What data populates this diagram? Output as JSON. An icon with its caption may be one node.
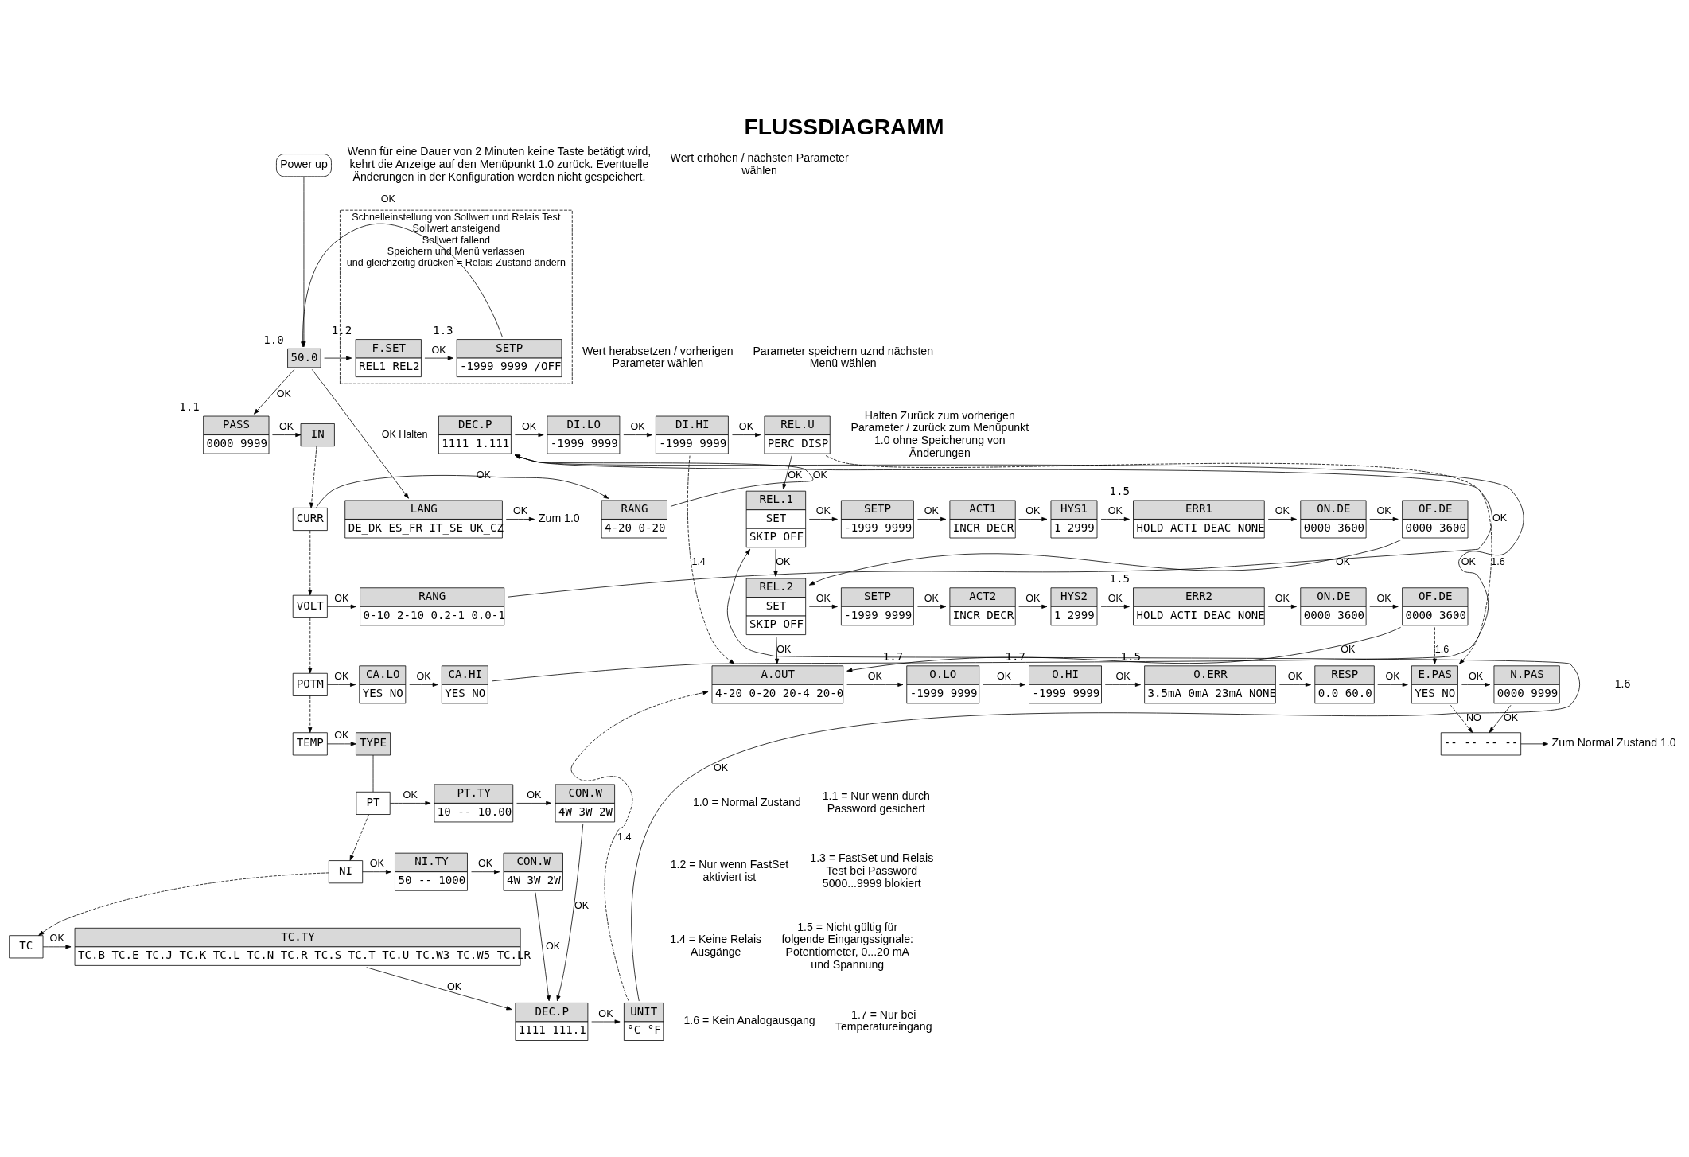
{
  "diagram": {
    "title": "FLUSSDIAGRAMM",
    "nodes": [
      {
        "text": [
          "Power up"
        ]
      },
      {
        "text": [
          "50.0"
        ],
        "beside": [
          "1.0"
        ]
      },
      {
        "text": [
          "Schnelleinstellung von Sollwert und Relais Test",
          "Sollwert ansteigend",
          "Sollwert fallend",
          "Speichern und Menü verlassen",
          "und gleichzeitig drücken = Relais Zustand ändern"
        ]
      },
      {
        "text": [
          "F.SET",
          "REL1 REL2"
        ],
        "in": 2,
        "beside": [
          "1.2"
        ]
      },
      {
        "text": [
          "SETP",
          "-1999 9999 /OFF"
        ],
        "in": 2,
        "beside": [
          "1.3"
        ]
      },
      {
        "text": [
          "PASS",
          "0000 9999"
        ],
        "beside": [
          "1.1"
        ]
      },
      {
        "text": [
          "IN"
        ]
      },
      {
        "text": [
          "DEC.P",
          "1111 1.111"
        ]
      },
      {
        "text": [
          "DI.LO",
          "-1999 9999"
        ]
      },
      {
        "text": [
          "DI.HI",
          "-1999 9999"
        ]
      },
      {
        "text": [
          "REL.U",
          "PERC DISP"
        ]
      },
      {
        "text": [
          "CURR"
        ]
      },
      {
        "text": [
          "RANG",
          "4-20 0-20"
        ]
      },
      {
        "text": [
          "VOLT"
        ]
      },
      {
        "text": [
          "RANG",
          "0-10 2-10 0.2-1 0.0-1"
        ]
      },
      {
        "text": [
          "POTM"
        ]
      },
      {
        "text": [
          "CA.LO",
          "YES NO"
        ]
      },
      {
        "text": [
          "CA.HI",
          "YES NO"
        ]
      },
      {
        "text": [
          "TEMP"
        ]
      },
      {
        "text": [
          "TYPE"
        ]
      },
      {
        "text": [
          "PT"
        ]
      },
      {
        "text": [
          "PT.TY",
          "10 -- 10.00"
        ]
      },
      {
        "text": [
          "CON.W",
          "4W 3W 2W"
        ]
      },
      {
        "text": [
          "NI"
        ]
      },
      {
        "text": [
          "NI.TY",
          "50 -- 1000"
        ]
      },
      {
        "text": [
          "CON.W",
          "4W 3W 2W"
        ]
      },
      {
        "text": [
          "TC"
        ]
      },
      {
        "text": [
          "TC.TY",
          "TC.B TC.E TC.J TC.K TC.L TC.N TC.R TC.S TC.T TC.U TC.W3 TC.W5 TC.LR"
        ]
      },
      {
        "text": [
          "DEC.P",
          "1111 111.1"
        ]
      },
      {
        "text": [
          "UNIT",
          "°C °F"
        ]
      },
      {
        "text": [
          "LANG",
          "DE_DK ES_FR IT_SE UK_CZ"
        ]
      },
      {
        "text": [
          "Zum 1.0"
        ]
      },
      {
        "text": [
          "REL.1",
          "SET",
          "SKIP OFF"
        ]
      },
      {
        "text": [
          "SETP",
          "-1999 9999"
        ]
      },
      {
        "text": [
          "ACT1",
          "INCR DECR"
        ]
      },
      {
        "text": [
          "HYS1",
          "1 2999"
        ]
      },
      {
        "text": [
          "ERR1",
          "HOLD ACTI DEAC NONE"
        ],
        "beside": [
          "1.5"
        ]
      },
      {
        "text": [
          "ON.DE",
          "0000 3600"
        ]
      },
      {
        "text": [
          "OF.DE",
          "0000 3600"
        ]
      },
      {
        "text": [
          "REL.2",
          "SET",
          "SKIP OFF"
        ]
      },
      {
        "text": [
          "SETP",
          "-1999 9999"
        ]
      },
      {
        "text": [
          "ACT2",
          "INCR DECR"
        ]
      },
      {
        "text": [
          "HYS2",
          "1 2999"
        ]
      },
      {
        "text": [
          "ERR2",
          "HOLD ACTI DEAC NONE"
        ],
        "beside": [
          "1.5"
        ]
      },
      {
        "text": [
          "ON.DE",
          "0000 3600"
        ]
      },
      {
        "text": [
          "OF.DE",
          "0000 3600"
        ]
      },
      {
        "text": [
          "A.OUT",
          "4-20 0-20 20-4 20-0"
        ]
      },
      {
        "text": [
          "O.LO",
          "-1999 9999"
        ],
        "beside": [
          "1.7"
        ]
      },
      {
        "text": [
          "O.HI",
          "-1999 9999"
        ],
        "beside": [
          "1.7"
        ]
      },
      {
        "text": [
          "O.ERR",
          "3.5mA 0mA 23mA NONE"
        ],
        "beside": [
          "1.5"
        ]
      },
      {
        "text": [
          "RESP",
          "0.0 60.0"
        ]
      },
      {
        "text": [
          "E.PAS",
          "YES NO"
        ]
      },
      {
        "text": [
          "N.PAS",
          "0000 9999"
        ]
      },
      {
        "text": [
          "-- -- -- --"
        ]
      },
      {
        "text": [
          "Zum Normal Zustand 1.0"
        ]
      }
    ],
    "edges": [
      {
        "from": 0,
        "to": 1,
        "arrow": "to"
      },
      {
        "from": 1,
        "to": 3,
        "arrow": "to"
      },
      {
        "from": 3,
        "to": 4,
        "arrow": "to",
        "label": "OK"
      },
      {
        "from": 4,
        "to": 1,
        "arrow": "to",
        "label": "OK"
      },
      {
        "from": 1,
        "to": 5,
        "arrow": "to",
        "label": "OK"
      },
      {
        "from": 1,
        "to": 30,
        "arrow": "to",
        "label": "OK Halten"
      },
      {
        "from": 30,
        "to": 31,
        "arrow": "to",
        "label": "OK"
      },
      {
        "from": 5,
        "to": 6,
        "arrow": "to",
        "label": "OK"
      },
      {
        "from": 6,
        "to": 11,
        "arrow": "to",
        "style": "dashed"
      },
      {
        "from": 11,
        "to": 13,
        "arrow": "to",
        "style": "dashed"
      },
      {
        "from": 13,
        "to": 15,
        "arrow": "to",
        "style": "dashed"
      },
      {
        "from": 15,
        "to": 18,
        "arrow": "to",
        "style": "dashed"
      },
      {
        "from": 11,
        "to": 12,
        "arrow": "to",
        "label": "OK"
      },
      {
        "from": 13,
        "to": 14,
        "arrow": "to",
        "label": "OK"
      },
      {
        "from": 15,
        "to": 16,
        "arrow": "to",
        "label": "OK"
      },
      {
        "from": 16,
        "to": 17,
        "arrow": "to",
        "label": "OK"
      },
      {
        "from": 18,
        "to": 19,
        "arrow": "to",
        "label": "OK"
      },
      {
        "from": 12,
        "to": 7,
        "arrow": "to",
        "label": "OK"
      },
      {
        "from": 14,
        "to": 7,
        "arrow": "to",
        "label": "OK"
      },
      {
        "from": 17,
        "to": 7,
        "arrow": "to",
        "label": "OK"
      },
      {
        "from": 19,
        "to": 20,
        "arrow": "none"
      },
      {
        "from": 20,
        "to": 23,
        "arrow": "to",
        "style": "dashed"
      },
      {
        "from": 23,
        "to": 26,
        "arrow": "to",
        "style": "dashed"
      },
      {
        "from": 20,
        "to": 21,
        "arrow": "to",
        "label": "OK"
      },
      {
        "from": 21,
        "to": 22,
        "arrow": "to",
        "label": "OK"
      },
      {
        "from": 22,
        "to": 28,
        "arrow": "to",
        "label": "OK"
      },
      {
        "from": 23,
        "to": 24,
        "arrow": "to",
        "label": "OK"
      },
      {
        "from": 24,
        "to": 25,
        "arrow": "to",
        "label": "OK"
      },
      {
        "from": 25,
        "to": 28,
        "arrow": "to",
        "label": "OK"
      },
      {
        "from": 26,
        "to": 27,
        "arrow": "to",
        "label": "OK"
      },
      {
        "from": 27,
        "to": 28,
        "arrow": "to",
        "label": "OK"
      },
      {
        "from": 28,
        "to": 29,
        "arrow": "to",
        "label": "OK"
      },
      {
        "from": 7,
        "to": 8,
        "arrow": "to",
        "label": "OK"
      },
      {
        "from": 8,
        "to": 9,
        "arrow": "to",
        "label": "OK"
      },
      {
        "from": 9,
        "to": 10,
        "arrow": "to",
        "label": "OK"
      },
      {
        "from": 10,
        "to": 32,
        "arrow": "to",
        "label": "OK"
      },
      {
        "from": 29,
        "to": 32,
        "arrow": "to",
        "label": "OK"
      },
      {
        "from": 9,
        "to": 46,
        "arrow": "to",
        "label": "1.4",
        "style": "dashed"
      },
      {
        "from": 29,
        "to": 46,
        "arrow": "to",
        "label": "1.4",
        "style": "dashed"
      },
      {
        "from": 10,
        "to": 51,
        "arrow": "to",
        "label": "1.6",
        "style": "dashed"
      },
      {
        "from": 32,
        "to": 33,
        "arrow": "to",
        "label": "OK"
      },
      {
        "from": 33,
        "to": 34,
        "arrow": "to",
        "label": "OK"
      },
      {
        "from": 34,
        "to": 35,
        "arrow": "to",
        "label": "OK"
      },
      {
        "from": 35,
        "to": 36,
        "arrow": "to",
        "label": "OK"
      },
      {
        "from": 36,
        "to": 37,
        "arrow": "to",
        "label": "OK"
      },
      {
        "from": 37,
        "to": 38,
        "arrow": "to",
        "label": "OK"
      },
      {
        "from": 38,
        "to": 39,
        "arrow": "to",
        "label": "OK"
      },
      {
        "from": 32,
        "to": 39,
        "arrow": "to",
        "label": "OK"
      },
      {
        "from": 39,
        "to": 40,
        "arrow": "to",
        "label": "OK"
      },
      {
        "from": 40,
        "to": 41,
        "arrow": "to",
        "label": "OK"
      },
      {
        "from": 41,
        "to": 42,
        "arrow": "to",
        "label": "OK"
      },
      {
        "from": 42,
        "to": 43,
        "arrow": "to",
        "label": "OK"
      },
      {
        "from": 43,
        "to": 44,
        "arrow": "to",
        "label": "OK"
      },
      {
        "from": 44,
        "to": 45,
        "arrow": "to",
        "label": "OK"
      },
      {
        "from": 45,
        "to": 46,
        "arrow": "to",
        "label": "OK"
      },
      {
        "from": 39,
        "to": 46,
        "arrow": "to",
        "label": "OK"
      },
      {
        "from": 45,
        "to": 51,
        "arrow": "to",
        "label": "1.6",
        "style": "dashed"
      },
      {
        "from": 46,
        "to": 47,
        "arrow": "to",
        "label": "OK"
      },
      {
        "from": 47,
        "to": 48,
        "arrow": "to",
        "label": "OK"
      },
      {
        "from": 48,
        "to": 49,
        "arrow": "to",
        "label": "OK"
      },
      {
        "from": 49,
        "to": 50,
        "arrow": "to",
        "label": "OK"
      },
      {
        "from": 50,
        "to": 51,
        "arrow": "to",
        "label": "OK"
      },
      {
        "from": 51,
        "to": 52,
        "arrow": "to",
        "label": "OK"
      },
      {
        "from": 51,
        "to": 53,
        "arrow": "to",
        "label": "NO",
        "style": "dashed"
      },
      {
        "from": 52,
        "to": 53,
        "arrow": "to",
        "label": "OK"
      },
      {
        "from": 53,
        "to": 54,
        "arrow": "to"
      }
    ],
    "labels": [
      "Wenn für eine Dauer von 2 Minuten keine Taste betätigt wird, kehrt die Anzeige auf den Menüpunkt 1.0 zurück. Eventuelle Änderungen in der Konfiguration werden nicht gespeichert.",
      "1.6",
      "1.0 = Normal Zustand",
      "1.1 = Nur wenn durch Password gesichert",
      "1.2 = Nur wenn FastSet aktiviert ist",
      "1.3 = FastSet und Relais Test bei Password 5000...9999 blokiert",
      "1.4 = Keine Relais Ausgänge",
      "1.5 = Nicht gültig für folgende Eingangssignale: Potentiometer, 0...20 mA und Spannung",
      "1.6 = Kein Analogausgang",
      "1.7 = Nur bei Temperatureingang"
    ],
    "legend": [
      {
        "text": "Wert erhöhen / nächsten Parameter wählen"
      },
      {
        "text": "Wert herabsetzen / vorherigen Parameter wählen"
      },
      {
        "text": "Parameter speichern uznd nächsten Menü wählen"
      },
      {
        "text": "Halten Zurück zum vorherigen Parameter / zurück zum Menüpunkt 1.0 ohne Speicherung von Änderungen"
      }
    ]
  }
}
